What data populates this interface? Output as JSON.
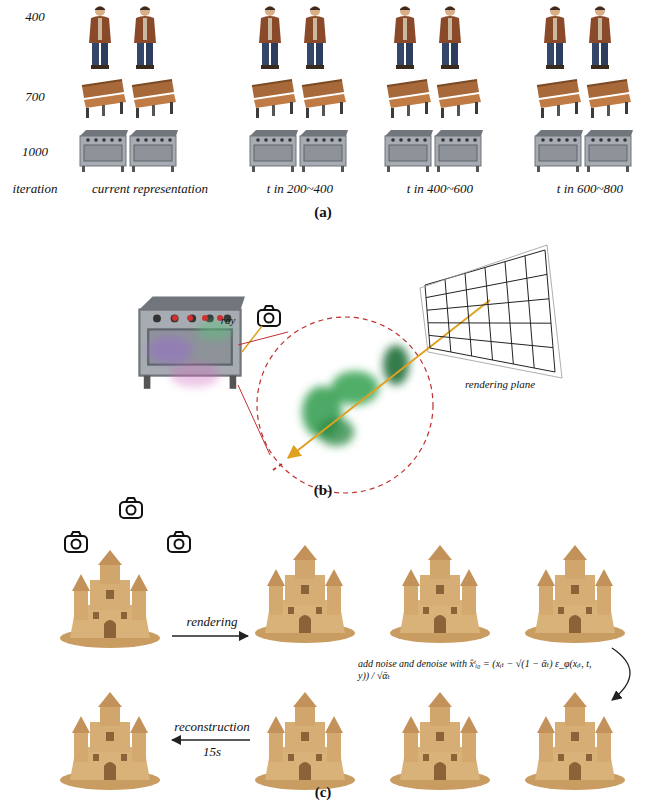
{
  "diagram": {
    "labels": [
      "400",
      "700",
      "1000",
      "iteration",
      "current representation",
      "t in 200~400",
      "t in 400~600",
      "t in 600~800",
      "(a)",
      "ray",
      "rendering plane",
      "(b)",
      "rendering",
      "add noise and denoise with x̂ᵗᵢ₀ = (xᵢₜ − √(1 − ᾱₜ) ε_φ(xᵢₜ, t, y)) / √ᾱₜ",
      "reconstruction",
      "15s",
      "(c)"
    ]
  }
}
